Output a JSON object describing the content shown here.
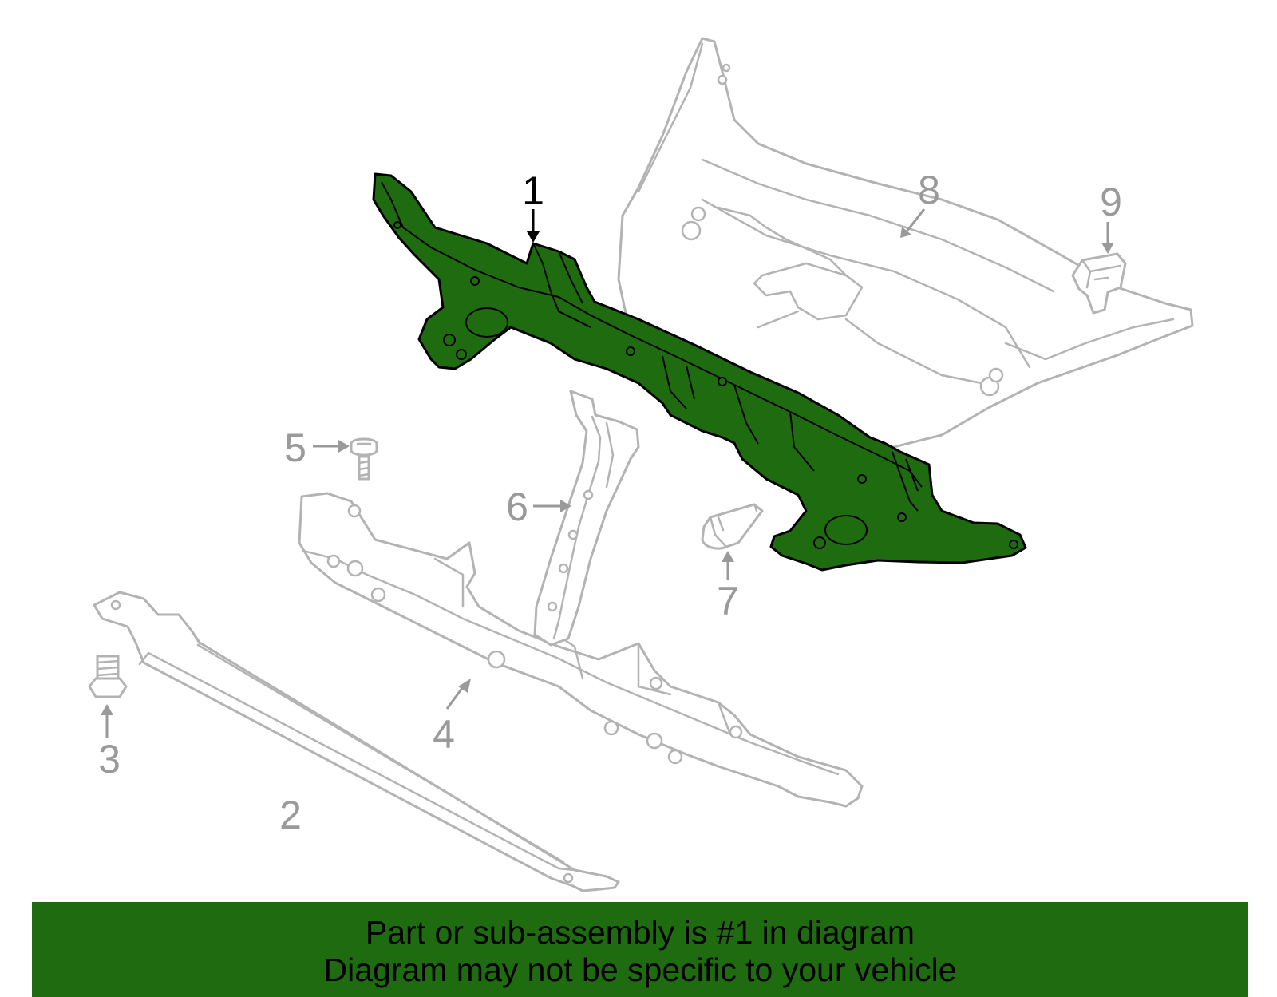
{
  "colors": {
    "highlight_fill": "#1f6b10",
    "part_outline": "#b3b3b3",
    "callout_gray": "#9a9a9a",
    "highlight_outline": "#000000",
    "banner_background": "#1f6b10"
  },
  "callouts": [
    {
      "number": "1",
      "highlighted": true
    },
    {
      "number": "2",
      "highlighted": false
    },
    {
      "number": "3",
      "highlighted": false
    },
    {
      "number": "4",
      "highlighted": false
    },
    {
      "number": "5",
      "highlighted": false
    },
    {
      "number": "6",
      "highlighted": false
    },
    {
      "number": "7",
      "highlighted": false
    },
    {
      "number": "8",
      "highlighted": false
    },
    {
      "number": "9",
      "highlighted": false
    }
  ],
  "banner": {
    "line1": "Part or sub-assembly is #1 in diagram",
    "line2": "Diagram may not be specific to your vehicle"
  }
}
